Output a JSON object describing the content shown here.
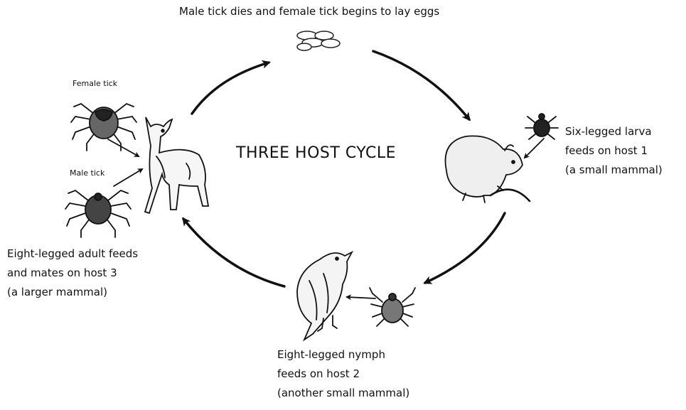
{
  "title": "THREE HOST CYCLE",
  "stages": {
    "eggs": {
      "caption": "Male tick dies and female tick begins to lay eggs"
    },
    "larva": {
      "lines": [
        "Six-legged larva",
        "feeds on host 1",
        "(a small mammal)"
      ]
    },
    "nymph": {
      "lines": [
        "Eight-legged nymph",
        "feeds on host 2",
        "(another small mammal)"
      ]
    },
    "adult": {
      "lines": [
        "Eight-legged adult feeds",
        "and mates on host 3",
        "(a larger mammal)"
      ]
    }
  },
  "tick_labels": {
    "female": "Female tick",
    "male": "Male tick"
  },
  "hosts": [
    "rodent-illustration",
    "bird-illustration",
    "deer-illustration"
  ],
  "icons": [
    "egg-cluster-icon",
    "larva-tick-icon",
    "nymph-tick-icon",
    "female-tick-icon",
    "male-tick-icon",
    "cycle-arrow"
  ]
}
